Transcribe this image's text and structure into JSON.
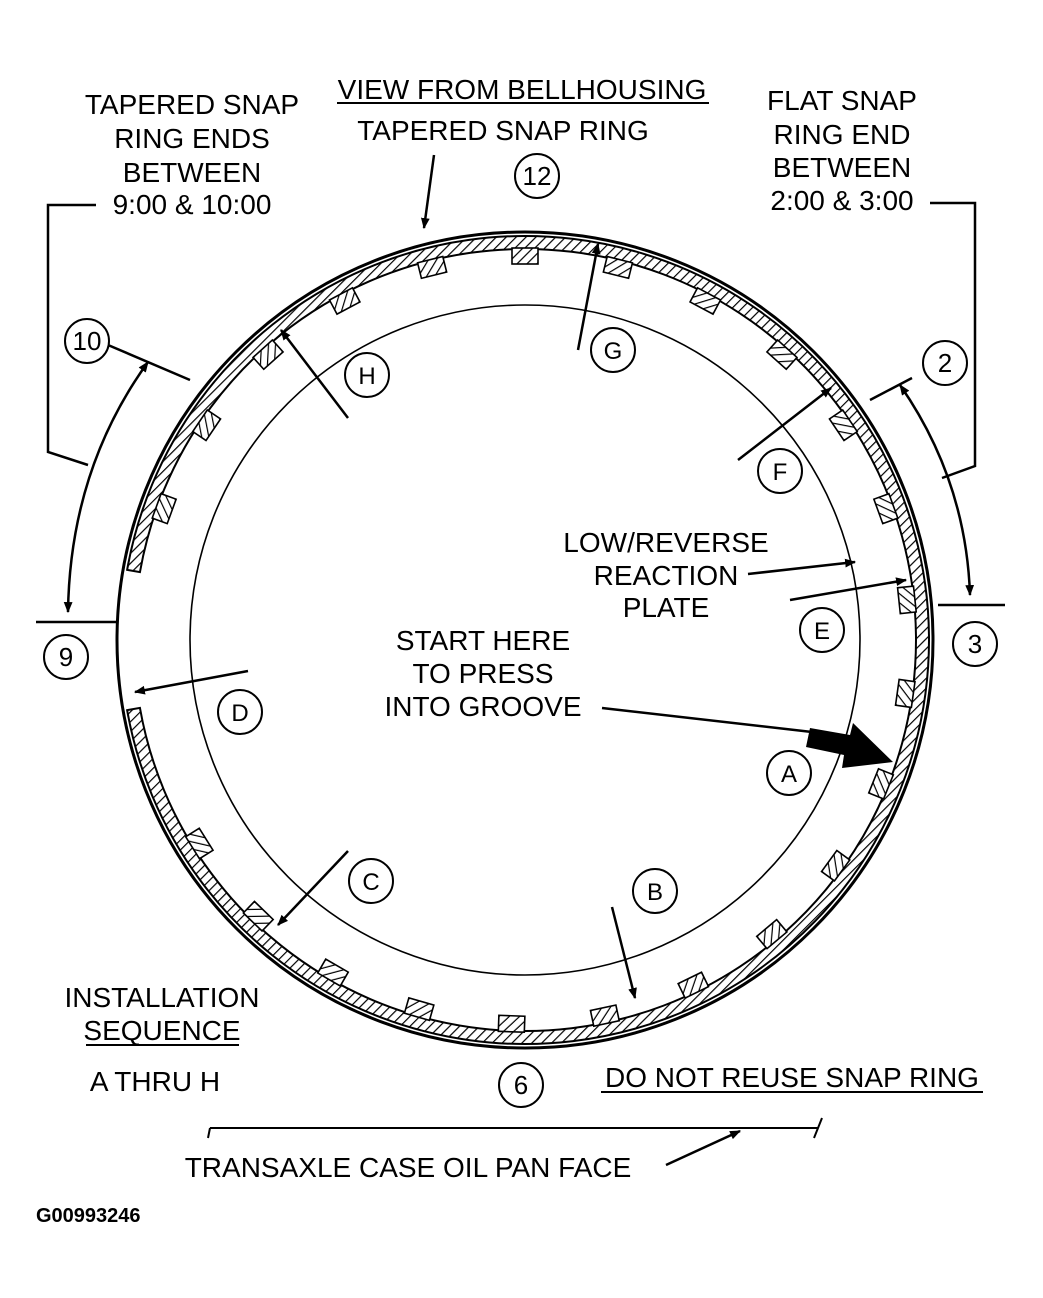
{
  "header": {
    "title": "VIEW FROM BELLHOUSING",
    "subtitle": "TAPERED SNAP RING"
  },
  "callouts": {
    "tapered_ends": [
      "TAPERED SNAP",
      "RING ENDS",
      "BETWEEN",
      "9:00 & 10:00"
    ],
    "flat_end": [
      "FLAT SNAP",
      "RING END",
      "BETWEEN",
      "2:00 & 3:00"
    ],
    "reaction_plate": [
      "LOW/REVERSE",
      "REACTION",
      "PLATE"
    ],
    "start_here": [
      "START HERE",
      "TO PRESS",
      "INTO GROOVE"
    ]
  },
  "clock_positions": {
    "p12": "12",
    "p10": "10",
    "p9": "9",
    "p2": "2",
    "p3": "3",
    "p6": "6"
  },
  "sequence_letters": {
    "A": "A",
    "B": "B",
    "C": "C",
    "D": "D",
    "E": "E",
    "F": "F",
    "G": "G",
    "H": "H"
  },
  "notes": {
    "installation": [
      "INSTALLATION",
      "SEQUENCE"
    ],
    "range": "A THRU H",
    "warning": "DO NOT REUSE SNAP RING",
    "oil_pan_face": "TRANSAXLE CASE OIL PAN FACE"
  },
  "figure_code": "G00993246"
}
